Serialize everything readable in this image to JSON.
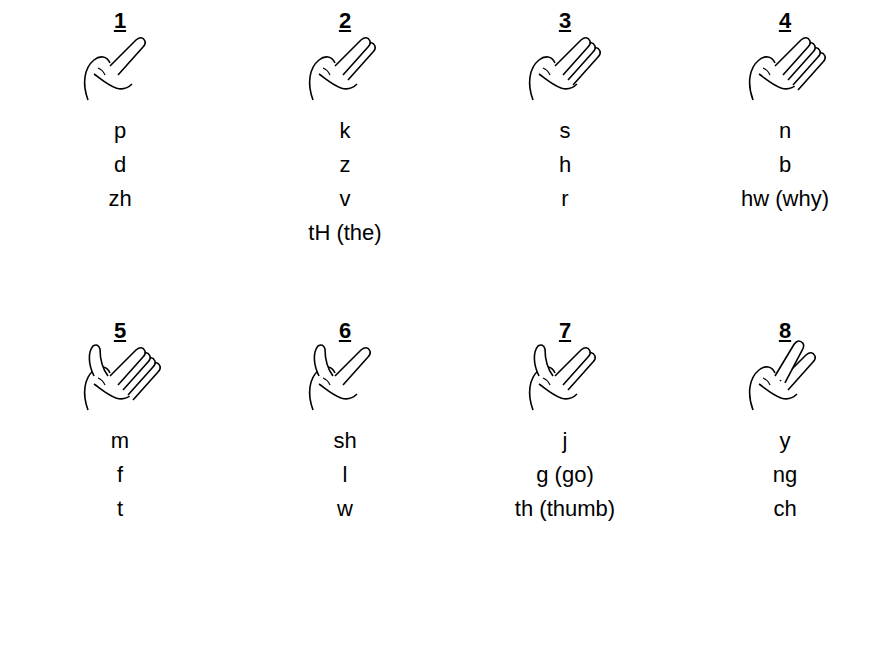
{
  "diagram": {
    "labels": [
      "1",
      "p",
      "d",
      "zh",
      "2",
      "k",
      "z",
      "v",
      "tH (the)",
      "3",
      "s",
      "h",
      "r",
      "4",
      "n",
      "b",
      "hw (why)",
      "5",
      "m",
      "f",
      "t",
      "6",
      "sh",
      "l",
      "w",
      "7",
      "j",
      "g (go)",
      "th (thumb)",
      "8",
      "y",
      "ng",
      "ch"
    ]
  }
}
